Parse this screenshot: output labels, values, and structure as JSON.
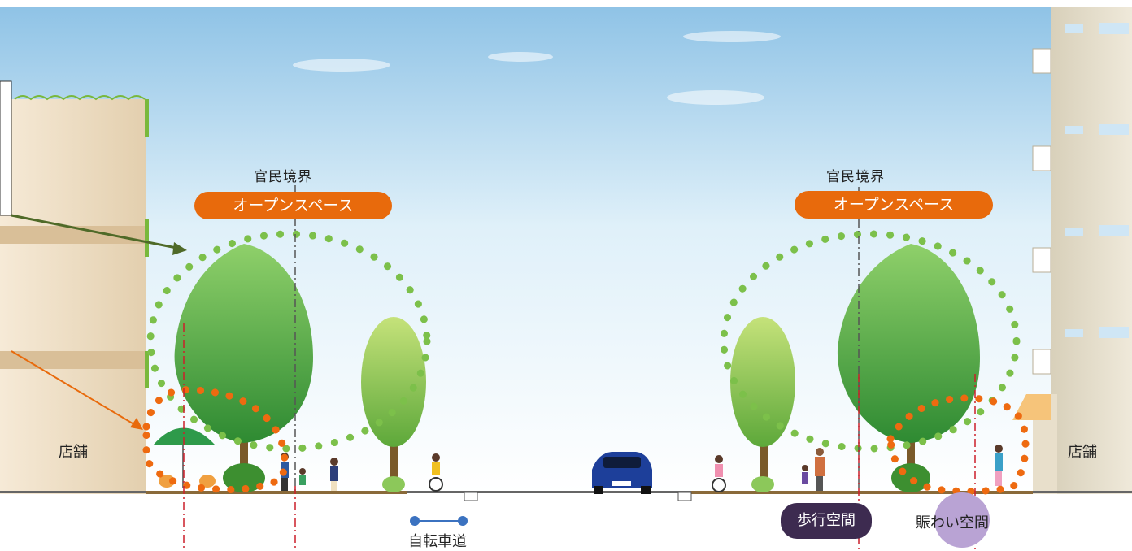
{
  "labels": {
    "boundary_left": "官民境界",
    "boundary_right": "官民境界",
    "open_space_left": "オープンスペース",
    "open_space_right": "オープンスペース",
    "store_left": "店舗",
    "store_right": "店舗",
    "bike_lane": "自転車道",
    "walk_space": "歩行空間",
    "nigiwai_space": "賑わい空間"
  },
  "colors": {
    "sky_top": "#8fc3e6",
    "sky_bottom": "#ffffff",
    "pill": "#e86a0c",
    "walk_pill": "#3d2b50",
    "nigiwai_circle": "#b9a3d4",
    "green_dots": "#7cc04a",
    "orange_dots": "#ee6a10",
    "tree_dark": "#3d9a36",
    "tree_light": "#7fc045",
    "building_left": "#eddcc2",
    "building_right": "#e4dcc8",
    "car": "#1d3f9a",
    "boundary_line": "#cc1f2a"
  },
  "icons": [
    "car-icon",
    "tree-icon",
    "pedestrian-icon",
    "cyclist-icon",
    "parasol-icon",
    "bicycle-lane-icon"
  ]
}
